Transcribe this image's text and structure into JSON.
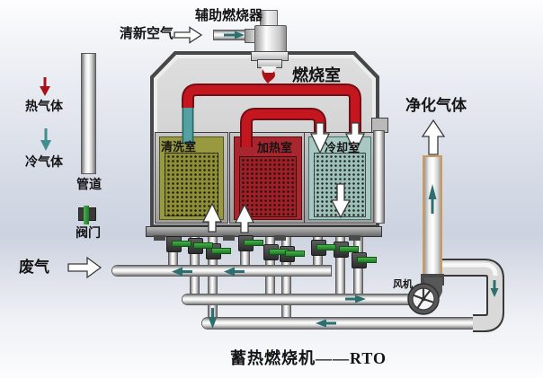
{
  "caption": "蓄热燃烧机——RTO",
  "legend": {
    "hot_gas_label": "热气体",
    "cold_gas_label": "冷气体",
    "pipe_label": "管道",
    "valve_label": "阀门"
  },
  "flows": {
    "fresh_air_label": "清新空气",
    "waste_gas_label": "废气",
    "purified_gas_label": "净化气体"
  },
  "components": {
    "aux_burner_label": "辅助燃烧器",
    "combustion_chamber_label": "燃烧室",
    "cleaning_chamber_label": "清洗室",
    "heating_chamber_label": "加热室",
    "cooling_chamber_label": "冷却室",
    "fan_label": "风机"
  },
  "colors": {
    "hot_gas_red": "#b5121b",
    "cold_gas_teal": "#3f8f8f",
    "cleaning_chamber_fill": "#99993f",
    "heating_chamber_fill": "#a8262e",
    "cooling_chamber_fill": "#a7c9c2",
    "valve_green": "#2f9235",
    "stack_outline_orange": "#cf9a55"
  }
}
